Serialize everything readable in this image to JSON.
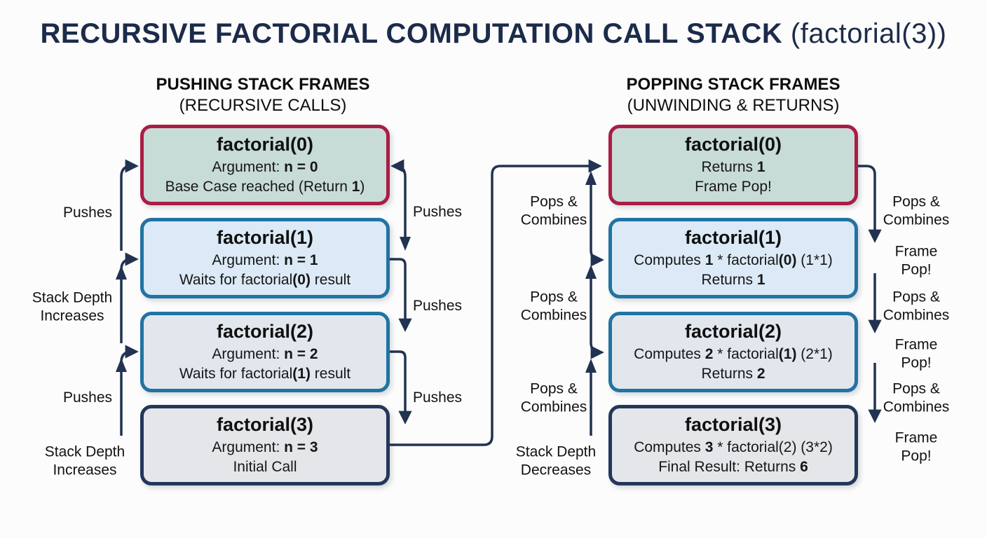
{
  "title": {
    "main": "RECURSIVE FACTORIAL COMPUTATION CALL STACK",
    "suffix": " (factorial(3))"
  },
  "colors": {
    "title": "#1c2b4a",
    "arrow": "#213350",
    "border-red": "#a91d45",
    "bg-teal": "#c8dcd7",
    "border-blue": "#2173a3",
    "bg-lightblue": "#dbeaf6",
    "bg-bluegray": "#e2e7ee",
    "border-navy": "#24375a",
    "bg-gray": "#e5e6ea",
    "text": "#141414",
    "page-bg": "#fcfcfc"
  },
  "columns": [
    {
      "header_line1": "PUSHING STACK FRAMES",
      "header_line2": "(RECURSIVE CALLS)",
      "boxes": [
        {
          "title": "factorial(0)",
          "lines": [
            {
              "segments": [
                {
                  "t": "Argument: ",
                  "b": false
                },
                {
                  "t": "n = 0",
                  "b": true
                }
              ]
            },
            {
              "segments": [
                {
                  "t": "Base Case reached (Return ",
                  "b": false
                },
                {
                  "t": "1",
                  "b": true
                },
                {
                  "t": ")",
                  "b": false
                }
              ]
            }
          ]
        },
        {
          "title": "factorial(1)",
          "lines": [
            {
              "segments": [
                {
                  "t": "Argument: ",
                  "b": false
                },
                {
                  "t": "n = 1",
                  "b": true
                }
              ]
            },
            {
              "segments": [
                {
                  "t": "Waits for factorial",
                  "b": false
                },
                {
                  "t": "(0)",
                  "b": true
                },
                {
                  "t": " result",
                  "b": false
                }
              ]
            }
          ]
        },
        {
          "title": "factorial(2)",
          "lines": [
            {
              "segments": [
                {
                  "t": "Argument: ",
                  "b": false
                },
                {
                  "t": "n = 2",
                  "b": true
                }
              ]
            },
            {
              "segments": [
                {
                  "t": "Waits for factorial",
                  "b": false
                },
                {
                  "t": "(1)",
                  "b": true
                },
                {
                  "t": " result",
                  "b": false
                }
              ]
            }
          ]
        },
        {
          "title": "factorial(3)",
          "lines": [
            {
              "segments": [
                {
                  "t": "Argument: ",
                  "b": false
                },
                {
                  "t": "n = 3",
                  "b": true
                }
              ]
            },
            {
              "segments": [
                {
                  "t": "Initial Call",
                  "b": false
                }
              ]
            }
          ]
        }
      ]
    },
    {
      "header_line1": "POPPING STACK FRAMES",
      "header_line2": "(UNWINDING & RETURNS)",
      "boxes": [
        {
          "title": "factorial(0)",
          "lines": [
            {
              "segments": [
                {
                  "t": "Returns ",
                  "b": false
                },
                {
                  "t": "1",
                  "b": true
                }
              ]
            },
            {
              "segments": [
                {
                  "t": "Frame Pop!",
                  "b": false
                }
              ]
            }
          ]
        },
        {
          "title": "factorial(1)",
          "lines": [
            {
              "segments": [
                {
                  "t": "Computes ",
                  "b": false
                },
                {
                  "t": "1",
                  "b": true
                },
                {
                  "t": " * factorial",
                  "b": false
                },
                {
                  "t": "(0)",
                  "b": true
                },
                {
                  "t": " (1*1)",
                  "b": false
                }
              ]
            },
            {
              "segments": [
                {
                  "t": "Returns ",
                  "b": false
                },
                {
                  "t": "1",
                  "b": true
                }
              ]
            }
          ]
        },
        {
          "title": "factorial(2)",
          "lines": [
            {
              "segments": [
                {
                  "t": "Computes ",
                  "b": false
                },
                {
                  "t": "2",
                  "b": true
                },
                {
                  "t": " * factorial",
                  "b": false
                },
                {
                  "t": "(1)",
                  "b": true
                },
                {
                  "t": " (2*1)",
                  "b": false
                }
              ]
            },
            {
              "segments": [
                {
                  "t": "Returns ",
                  "b": false
                },
                {
                  "t": "2",
                  "b": true
                }
              ]
            }
          ]
        },
        {
          "title": "factorial(3)",
          "lines": [
            {
              "segments": [
                {
                  "t": "Computes ",
                  "b": false
                },
                {
                  "t": "3",
                  "b": true
                },
                {
                  "t": " * factorial(2) (3*2)",
                  "b": false
                }
              ]
            },
            {
              "segments": [
                {
                  "t": "Final Result: Returns ",
                  "b": false
                },
                {
                  "t": "6",
                  "b": true
                }
              ]
            }
          ]
        }
      ]
    }
  ],
  "side_labels": {
    "left_outer": [
      "Pushes",
      "Stack Depth\nIncreases",
      "Pushes",
      "Stack Depth\nIncreases"
    ],
    "left_inner": [
      "Pushes",
      "Pushes",
      "Pushes"
    ],
    "right_inner": [
      "Pops &\nCombines",
      "Pops &\nCombines",
      "Pops &\nCombines",
      "Stack Depth\nDecreases"
    ],
    "right_outer": [
      "Pops &\nCombines",
      "Frame Pop!",
      "Pops &\nCombines",
      "Frame Pop!",
      "Pops &\nCombines",
      "Frame Pop!"
    ]
  }
}
